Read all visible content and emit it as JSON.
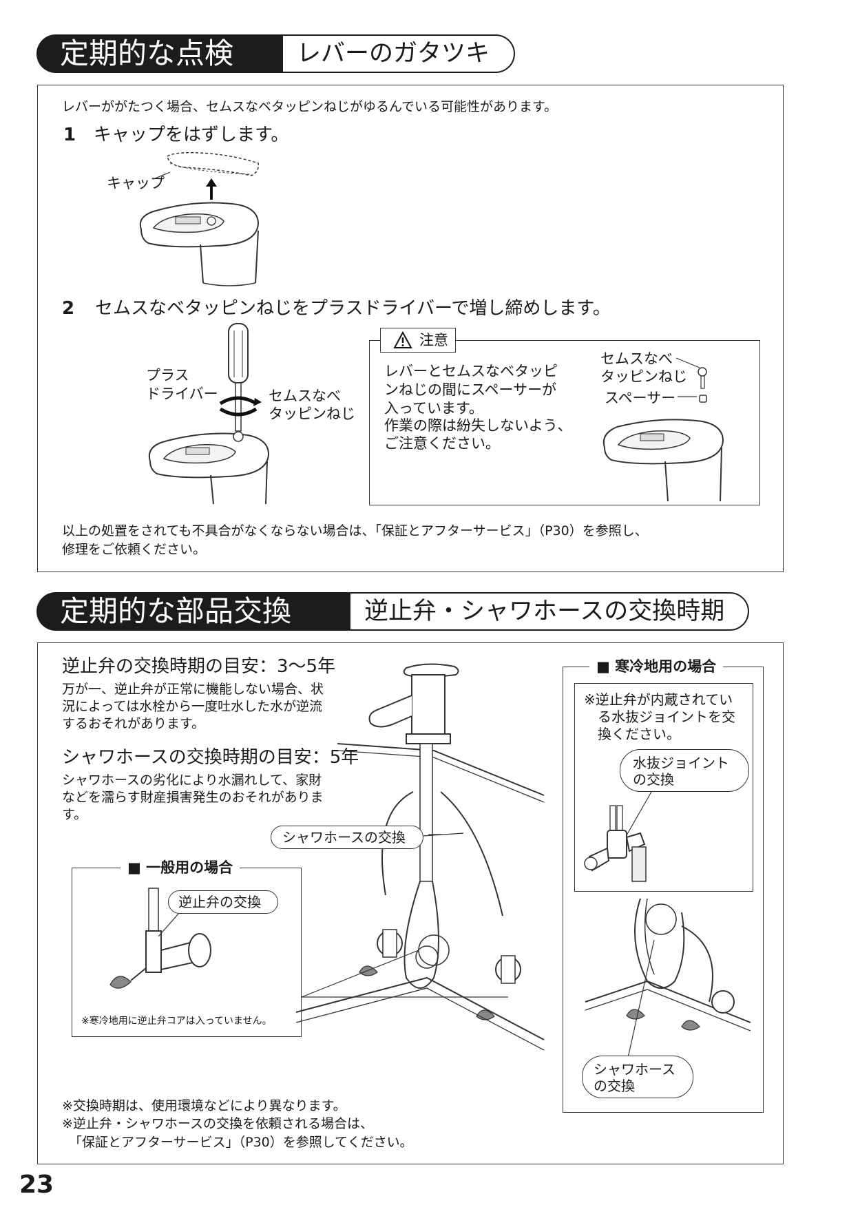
{
  "section1": {
    "title": "定期的な点検",
    "subtitle": "レバーのガタツキ",
    "intro": "レバーががたつく場合、セムスなベタッピンねじがゆるんでいる可能性があります。",
    "step1": {
      "num": "1",
      "text": "キャップをはずします。",
      "label_cap": "キャップ"
    },
    "step2": {
      "num": "2",
      "text": "セムスなベタッピンねじをプラスドライバーで増し締めします。",
      "label_driver_1": "プラス",
      "label_driver_2": "ドライバー",
      "label_screw_1": "セムスなべ",
      "label_screw_2": "タッピンねじ"
    },
    "caution": {
      "heading": "注意",
      "lines": [
        "レバーとセムスなベタッピ",
        "ンねじの間にスペーサーが",
        "入っています。",
        "作業の際は紛失しないよう、",
        "ご注意ください。"
      ],
      "label_screw_1": "セムスなべ",
      "label_screw_2": "タッピンねじ",
      "label_spacer": "スペーサー"
    },
    "footer_1": "以上の処置をされても不具合がなくならない場合は、「保証とアフターサービス」（P30）を参照し、",
    "footer_2": "修理をご依頼ください。"
  },
  "section2": {
    "title": "定期的な部品交換",
    "subtitle": "逆止弁・シャワホースの交換時期",
    "check_valve_heading": "逆止弁の交換時期の目安：3〜5年",
    "check_valve_lines": [
      "万が一、逆止弁が正常に機能しない場合、状",
      "況によっては水栓から一度吐水した水が逆流",
      "するおそれがあります。"
    ],
    "hose_heading": "シャワホースの交換時期の目安：5年",
    "hose_lines": [
      "シャワホースの劣化により水漏れして、家財",
      "などを濡らす財産損害発生のおそれがありま",
      "す。"
    ],
    "hose_callout": "シャワホースの交換",
    "general": {
      "legend": "■ 一般用の場合",
      "callout": "逆止弁の交換",
      "note": "※寒冷地用に逆止弁コアは入っていません。"
    },
    "cold": {
      "legend": "■ 寒冷地用の場合",
      "note_lines": [
        "※逆止弁が内蔵されてい",
        "る水抜ジョイントを交",
        "換ください。"
      ],
      "joint_callout_1": "水抜ジョイント",
      "joint_callout_2": "の交換",
      "hose_callout_1": "シャワホース",
      "hose_callout_2": "の交換"
    },
    "notes": [
      "※交換時期は、使用環境などにより異なります。",
      "※逆止弁・シャワホースの交換を依頼される場合は、",
      "「保証とアフターサービス」（P30）を参照してください。"
    ]
  },
  "page_number": "23"
}
